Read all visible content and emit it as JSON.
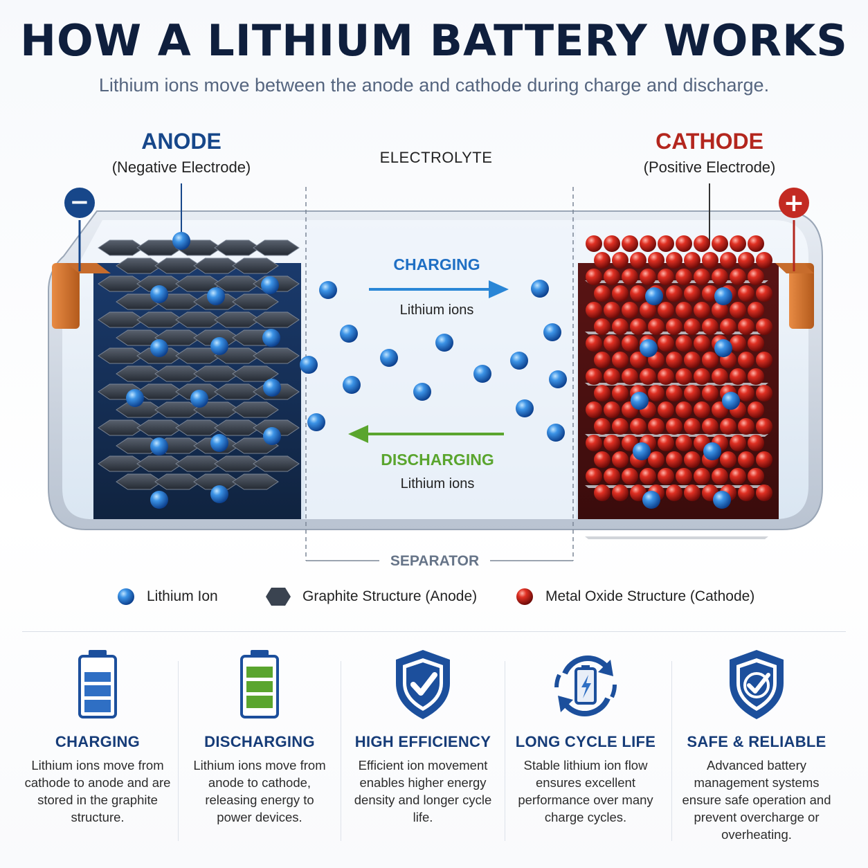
{
  "header": {
    "title": "HOW A LITHIUM BATTERY WORKS",
    "subtitle": "Lithium ions move between the anode and cathode during charge and discharge."
  },
  "diagram": {
    "anode": {
      "title": "ANODE",
      "subtitle": "(Negative Electrode)",
      "terminal": "−"
    },
    "cathode": {
      "title": "CATHODE",
      "subtitle": "(Positive Electrode)",
      "terminal": "+"
    },
    "electrolyte": "ELECTROLYTE",
    "separator": "SEPARATOR",
    "charging": {
      "label": "CHARGING",
      "sublabel": "Lithium ions"
    },
    "discharging": {
      "label": "DISCHARGING",
      "sublabel": "Lithium ions"
    }
  },
  "legend": [
    {
      "label": "Lithium Ion",
      "icon": "blue-sphere-icon"
    },
    {
      "label": "Graphite Structure (Anode)",
      "icon": "hexagon-icon"
    },
    {
      "label": "Metal Oxide Structure (Cathode)",
      "icon": "red-sphere-icon"
    }
  ],
  "features": [
    {
      "title": "CHARGING",
      "description": "Lithium ions move from cathode to anode and are stored in the graphite structure.",
      "icon": "battery-blue-icon"
    },
    {
      "title": "DISCHARGING",
      "description": "Lithium ions move from anode to cathode, releasing energy to power devices.",
      "icon": "battery-green-icon"
    },
    {
      "title": "HIGH EFFICIENCY",
      "description": "Efficient ion movement enables higher energy density and longer cycle life.",
      "icon": "shield-check-icon"
    },
    {
      "title": "LONG CYCLE LIFE",
      "description": "Stable lithium ion flow ensures excellent performance over many charge cycles.",
      "icon": "cycle-battery-icon"
    },
    {
      "title": "SAFE & RELIABLE",
      "description": "Advanced battery management systems ensure safe operation and prevent overcharge or overheating.",
      "icon": "shield-check-icon"
    }
  ],
  "colors": {
    "anode": "#17478a",
    "cathode": "#b3261e",
    "charging_arrow": "#2a86d6",
    "discharging_arrow": "#5aa52e",
    "feature_title": "#163c78"
  }
}
